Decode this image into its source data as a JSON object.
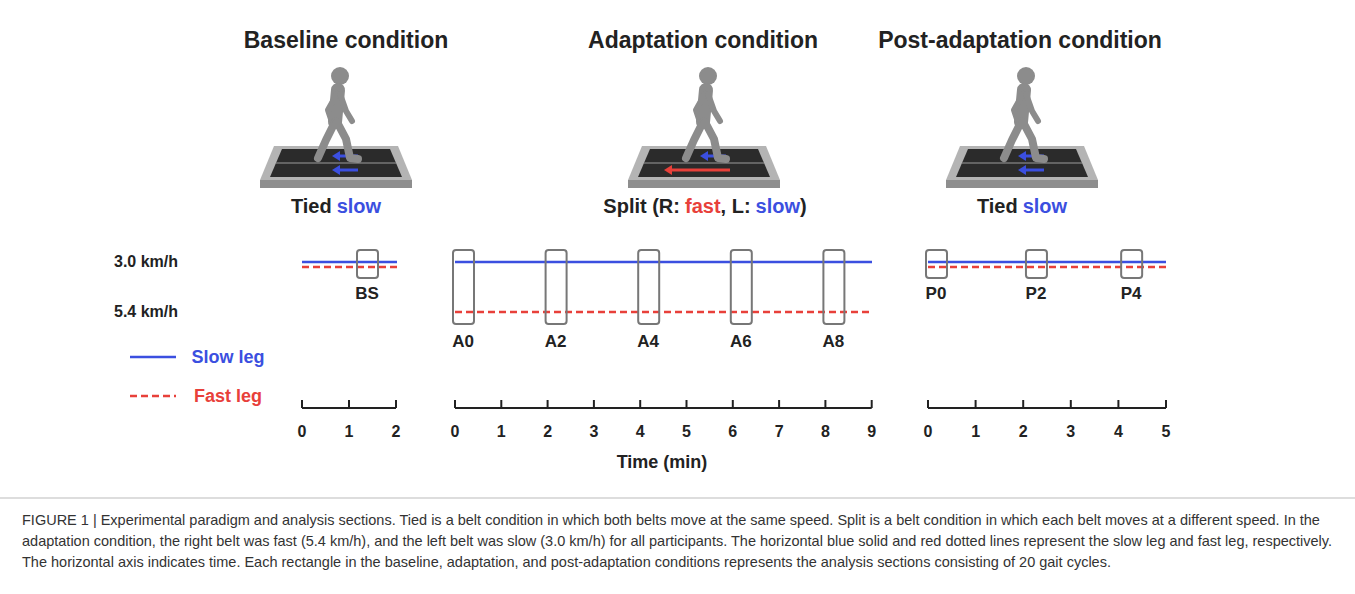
{
  "diagram": {
    "caption": "FIGURE 1 | Experimental paradigm and analysis sections. Tied is a belt condition in which both belts move at the same speed. Split is a belt condition in which each belt moves at a different speed. In the adaptation condition, the right belt was fast (5.4 km/h), and the left belt was slow (3.0 km/h) for all participants. The horizontal blue solid and red dotted lines represent the slow leg and fast leg, respectively. The horizontal axis indicates time. Each rectangle in the baseline, adaptation, and post-adaptation conditions represents the analysis sections consisting of 20 gait cycles.",
    "labels": [
      "Baseline condition",
      "Adaptation condition",
      "Post-adaptation condition",
      "Tied",
      "slow",
      "Split (R:",
      "fast",
      ", L:",
      "slow",
      ")",
      "Tied",
      "slow",
      "3.0 km/h",
      "5.4 km/h",
      "BS",
      "A0",
      "A2",
      "A4",
      "A6",
      "A8",
      "P0",
      "P2",
      "P4",
      "0",
      "1",
      "2",
      "0",
      "1",
      "2",
      "3",
      "4",
      "5",
      "6",
      "7",
      "8",
      "9",
      "0",
      "1",
      "2",
      "3",
      "4",
      "5",
      "Time (min)"
    ],
    "legend": [
      {
        "text": "Slow leg"
      },
      {
        "text": "Fast leg"
      }
    ]
  }
}
